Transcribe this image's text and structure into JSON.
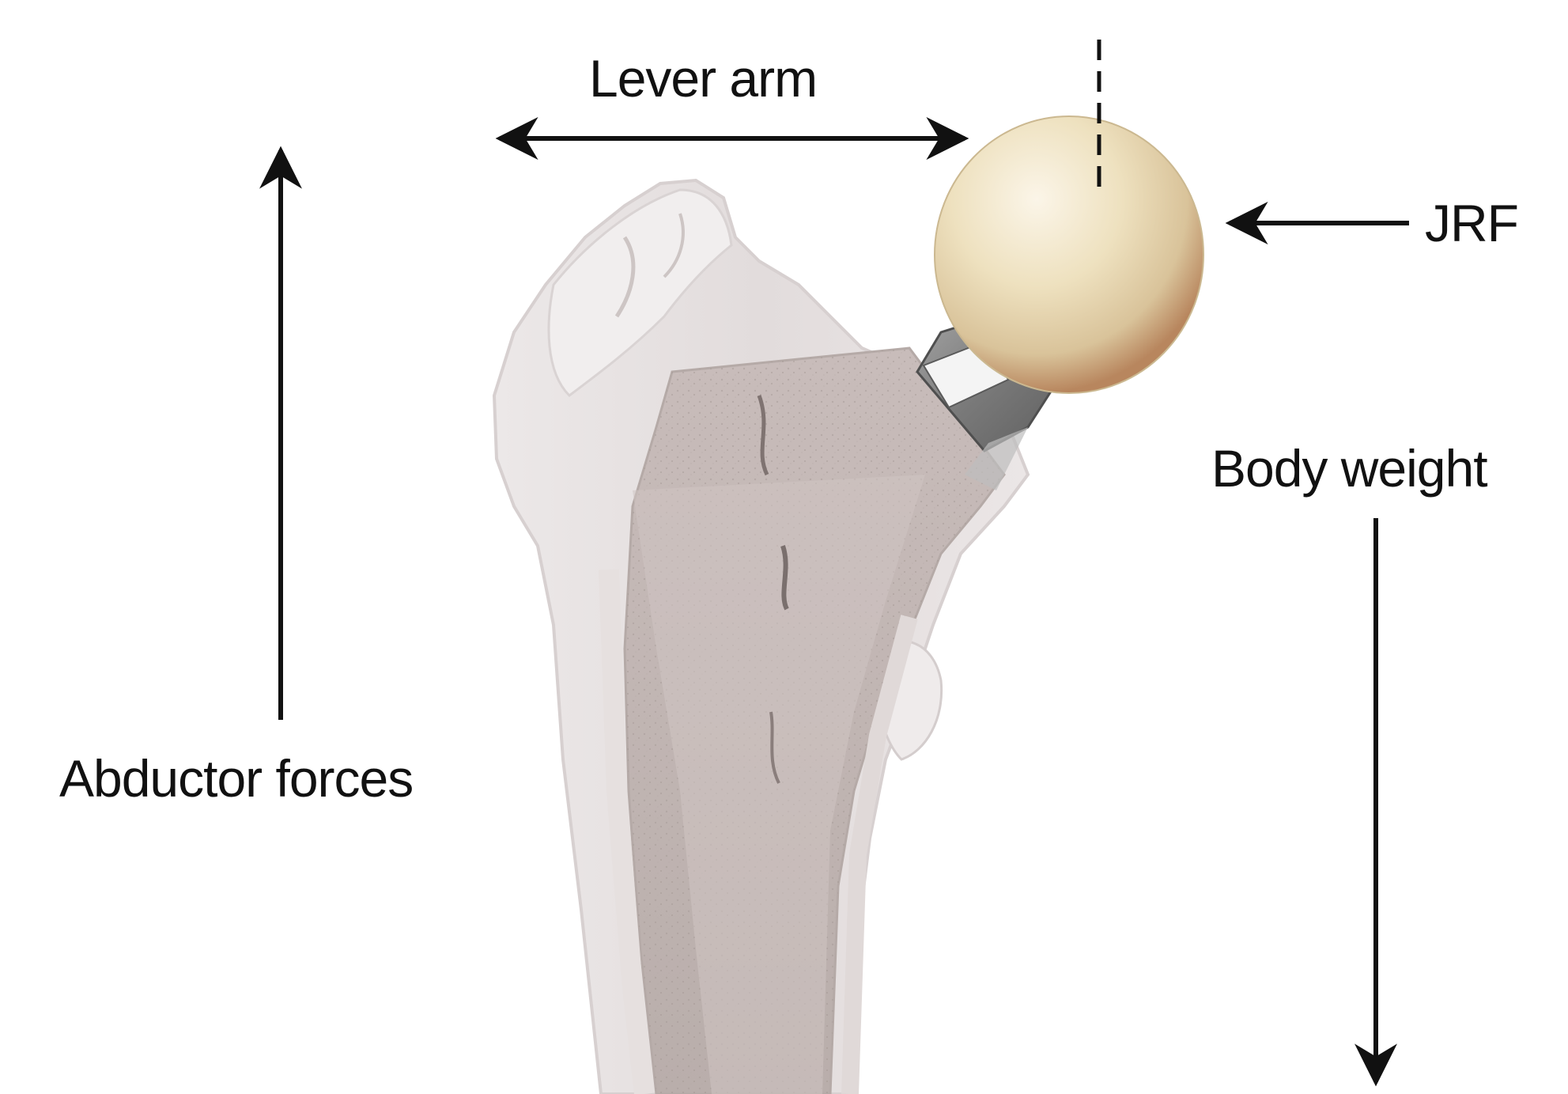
{
  "labels": {
    "lever_arm": "Lever arm",
    "jrf": "JRF",
    "body_weight": "Body weight",
    "abductor_forces": "Abductor forces"
  },
  "colors": {
    "arrow": "#111111",
    "bone_outline": "#e9e4e4",
    "bone_cut": "#c9bfbd",
    "stem_metal": "#8c8c8c",
    "head_cream": "#e8d9b2"
  }
}
